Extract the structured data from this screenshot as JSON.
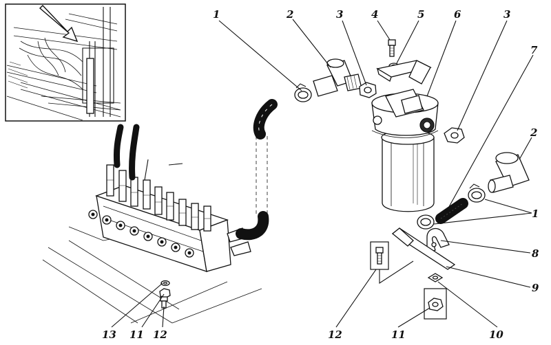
{
  "callouts": {
    "c1_top": "1",
    "c2_top": "2",
    "c3_top": "3",
    "c4": "4",
    "c5": "5",
    "c6": "6",
    "c3_right": "3",
    "c7": "7",
    "c2_right": "2",
    "c1_right": "1",
    "c8": "8",
    "c9": "9",
    "c10": "10",
    "c11_bottom": "11",
    "c12_bottom": "12",
    "c13": "13",
    "c11_left": "11",
    "c12_left": "12"
  }
}
